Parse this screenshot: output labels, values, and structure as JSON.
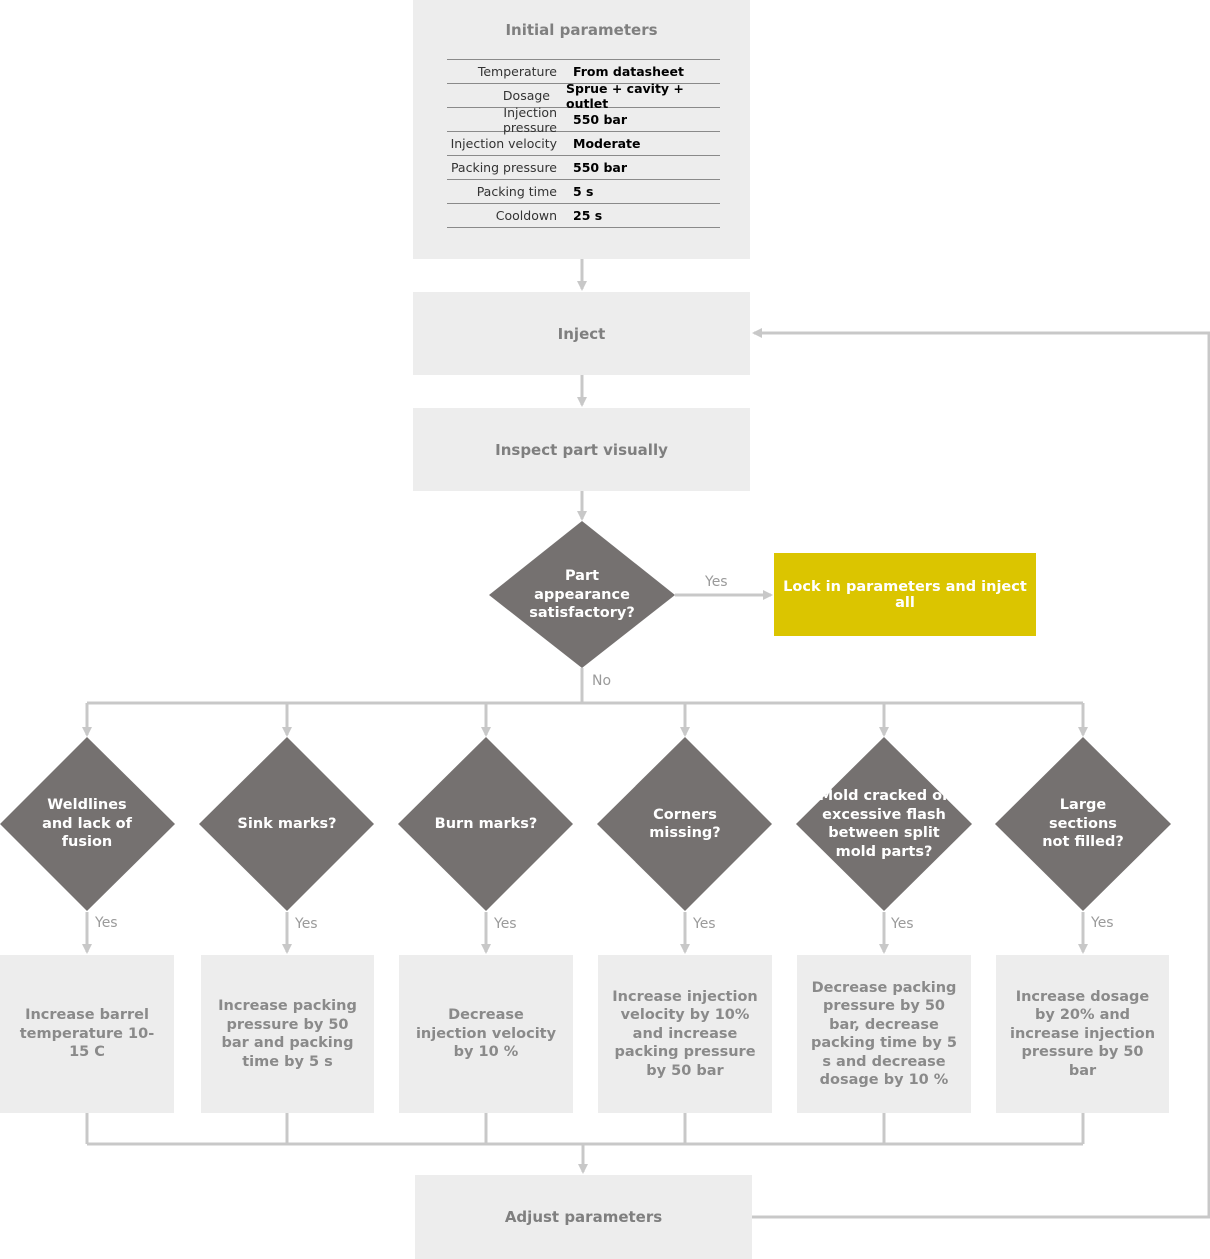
{
  "initial_parameters": {
    "title": "Initial parameters",
    "rows": [
      {
        "name": "Temperature",
        "value": "From datasheet"
      },
      {
        "name": "Dosage",
        "value": "Sprue + cavity + outlet"
      },
      {
        "name": "Injection pressure",
        "value": "550 bar"
      },
      {
        "name": "Injection velocity",
        "value": "Moderate"
      },
      {
        "name": "Packing pressure",
        "value": "550 bar"
      },
      {
        "name": "Packing time",
        "value": "5 s"
      },
      {
        "name": "Cooldown",
        "value": "25 s"
      }
    ]
  },
  "steps": {
    "inject": "Inject",
    "inspect": "Inspect part visually",
    "adjust": "Adjust parameters"
  },
  "main_decision": {
    "text": "Part appearance satisfactory?",
    "yes_label": "Yes",
    "no_label": "No",
    "yes_action": "Lock in parameters and inject all"
  },
  "defects": [
    {
      "question": "Weldlines and lack of fusion",
      "yes_label": "Yes",
      "action": "Increase barrel temperature 10-15 C"
    },
    {
      "question": "Sink marks?",
      "yes_label": "Yes",
      "action": "Increase packing pressure by 50 bar and packing time by 5 s"
    },
    {
      "question": "Burn marks?",
      "yes_label": "Yes",
      "action": "Decrease injection velocity by 10 %"
    },
    {
      "question": "Corners missing?",
      "yes_label": "Yes",
      "action": "Increase injection velocity by 10% and increase packing pressure by 50 bar"
    },
    {
      "question": "Mold cracked or excessive flash between split mold parts?",
      "yes_label": "Yes",
      "action": "Decrease packing pressure by 50 bar, decrease packing time by 5 s and decrease dosage by 10 %"
    },
    {
      "question": "Large sections not filled?",
      "yes_label": "Yes",
      "action": "Increase dosage by 20% and increase injection pressure by 50 bar"
    }
  ],
  "colors": {
    "box_fill": "#ededed",
    "diamond_fill": "#757170",
    "connector": "#c8c8c8",
    "accent": "#dbc500"
  }
}
